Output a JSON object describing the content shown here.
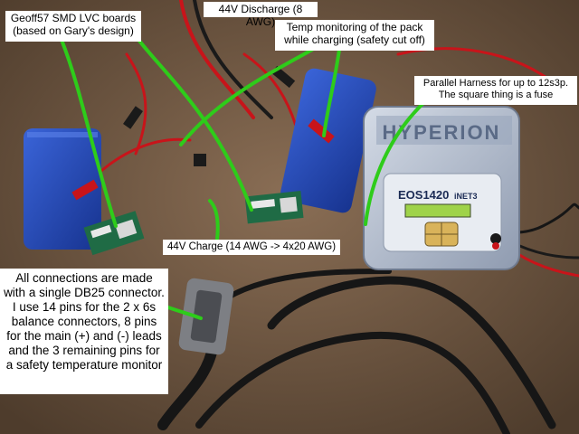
{
  "labels": {
    "geoff_boards": "Geoff57 SMD LVC boards\n(based on Gary's design)",
    "discharge": "44V Discharge (8 AWG)",
    "temp_monitor": "Temp monitoring of the pack\nwhile charging (safety cut off)",
    "parallel_harness": "Parallel Harness for up to 12s3p.\nThe square thing is a fuse",
    "charge": "44V Charge (14 AWG -> 4x20 AWG)",
    "connections": "All connections are made with a single DB25 connector. I use 14 pins for the 2 x 6s balance connectors, 8 pins for the main (+) and (-) leads and the 3 remaining pins for a safety temperature monitor"
  },
  "charger": {
    "brand": "HYPERION",
    "model": "EOS1420",
    "model_suffix": "iNET3"
  },
  "colors": {
    "background": "#6b5440",
    "annotation_line": "#2ecc1a",
    "battery": "#2546b8",
    "charger_body": "#b8c4d6",
    "lcd": "#9fd34a",
    "wire_red": "#c8141a",
    "wire_black": "#1a1a1a",
    "board": "#1f6b45"
  }
}
